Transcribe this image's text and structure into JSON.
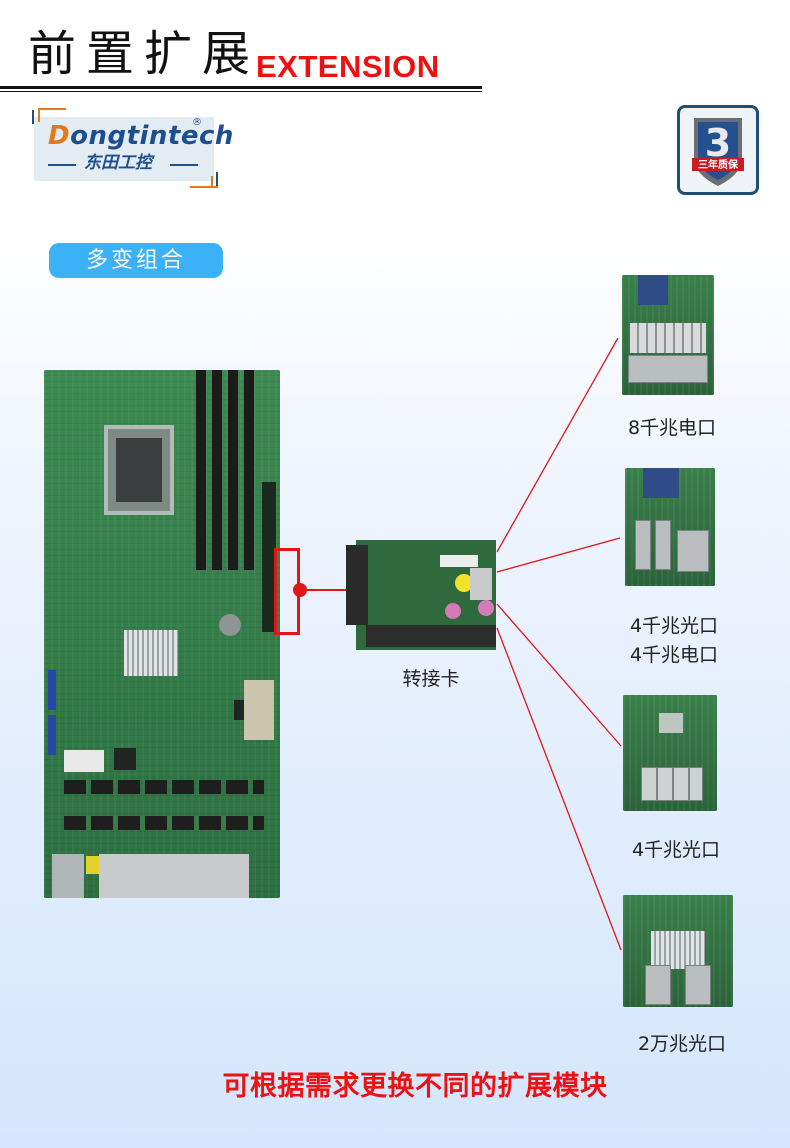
{
  "header": {
    "title_cn": "前置扩展",
    "title_en": "EXTENSION"
  },
  "logo": {
    "brand_initial": "D",
    "brand_rest": "ongtintech",
    "registered_mark": "®",
    "brand_cn": "东田工控"
  },
  "warranty_badge": {
    "number": "3",
    "label": "三年质保"
  },
  "section": {
    "pill_label": "多变组合"
  },
  "diagram": {
    "motherboard_label": "",
    "adapter_label": "转接卡",
    "modules": [
      {
        "label_lines": [
          "8千兆电口"
        ]
      },
      {
        "label_lines": [
          "4千兆光口",
          "4千兆电口"
        ]
      },
      {
        "label_lines": [
          "4千兆光口"
        ]
      },
      {
        "label_lines": [
          "2万兆光口"
        ]
      }
    ],
    "connector_color": "#e0161a"
  },
  "footer": {
    "note": "可根据需求更换不同的扩展模块"
  },
  "colors": {
    "accent_red": "#ee1111",
    "pill_blue": "#3bb1f7",
    "brand_blue": "#1d4f8f",
    "brand_orange": "#e07a1c"
  }
}
